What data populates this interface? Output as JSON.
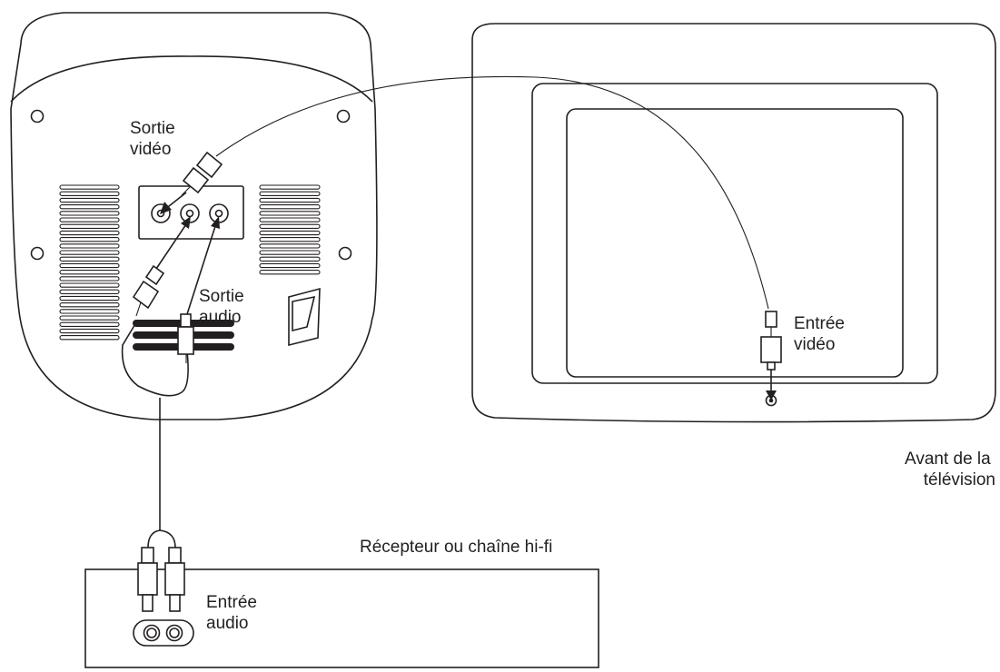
{
  "labels": {
    "sortie_video": [
      "Sortie",
      "vidéo"
    ],
    "sortie_audio": [
      "Sortie",
      "audio"
    ],
    "entree_video": [
      "Entrée",
      "vidéo"
    ],
    "entree_audio": [
      "Entrée",
      "audio"
    ],
    "recepteur": "Récepteur ou chaîne hi-fi",
    "avant_tv": [
      "Avant de la",
      "télévision"
    ]
  },
  "colors": {
    "ink": "#231f20",
    "background": "#ffffff"
  }
}
